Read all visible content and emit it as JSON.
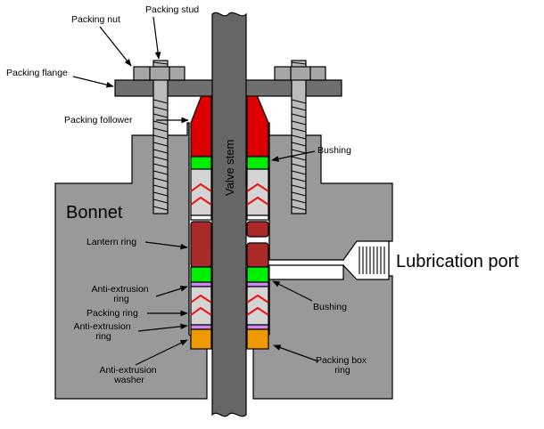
{
  "labels": {
    "packing_stud": "Packing stud",
    "packing_nut": "Packing nut",
    "packing_flange": "Packing flange",
    "packing_follower": "Packing follower",
    "bushing_top": "Bushing",
    "bonnet": "Bonnet",
    "valve_stem": "Valve stem",
    "lantern_ring": "Lantern ring",
    "lubrication_port": "Lubrication port",
    "anti_extrusion_ring_1": [
      "Anti-extrusion",
      "ring"
    ],
    "packing_ring": "Packing ring",
    "anti_extrusion_ring_2": [
      "Anti-extrusion",
      "ring"
    ],
    "bushing_bottom": "Bushing",
    "anti_extrusion_washer": [
      "Anti-extrusion",
      "washer"
    ],
    "packing_box_ring": [
      "Packing box",
      "ring"
    ]
  },
  "colors": {
    "body_gray": "#999999",
    "flange_gray": "#6f6f6f",
    "stem_gray": "#666666",
    "follower_red": "#dd0000",
    "bushing_green": "#00ee00",
    "lantern_brown": "#aa2a2a",
    "chevron_red": "#ee1111",
    "packing_light": "#d4d4d4",
    "washer_orange": "#ee9900",
    "anti_extrusion_purple": "#cc88ee"
  }
}
